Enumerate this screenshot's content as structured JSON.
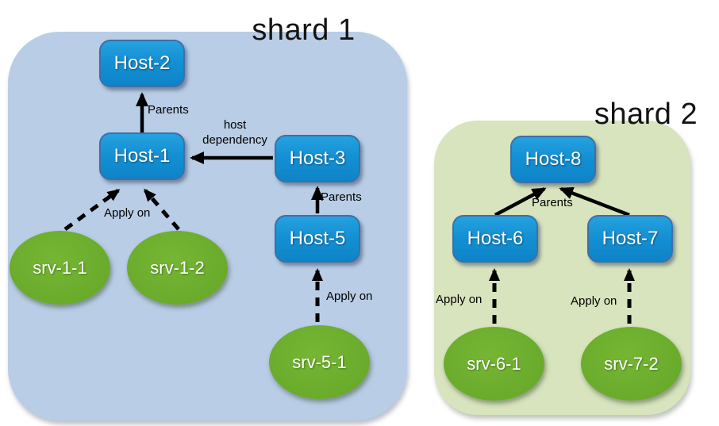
{
  "diagram_type": "host-dependency-diagram",
  "colors": {
    "shard1_background": "#b9cde6",
    "shard2_background": "#d8e4bd",
    "host_box_fill": "#1590d4",
    "host_box_border": "#3e6fa8",
    "service_ellipse_fill": "#6aab2e",
    "node_text": "#ffffff",
    "label_text": "#000000",
    "arrow_color": "#000000"
  },
  "shard1": {
    "title": "shard 1",
    "hosts": {
      "host2": "Host-2",
      "host1": "Host-1",
      "host3": "Host-3",
      "host5": "Host-5"
    },
    "services": {
      "srv11": "srv-1-1",
      "srv12": "srv-1-2",
      "srv51": "srv-5-1"
    },
    "labels": {
      "parents_host1_host2": "Parents",
      "host_dependency": "host dependency",
      "parents_host5_host3": "Parents",
      "apply_on_srv1": "Apply on",
      "apply_on_srv5": "Apply on"
    }
  },
  "shard2": {
    "title": "shard 2",
    "hosts": {
      "host8": "Host-8",
      "host6": "Host-6",
      "host7": "Host-7"
    },
    "services": {
      "srv61": "srv-6-1",
      "srv72": "srv-7-2"
    },
    "labels": {
      "parents_host67_host8": "Parents",
      "apply_on_srv6": "Apply on",
      "apply_on_srv7": "Apply on"
    }
  }
}
